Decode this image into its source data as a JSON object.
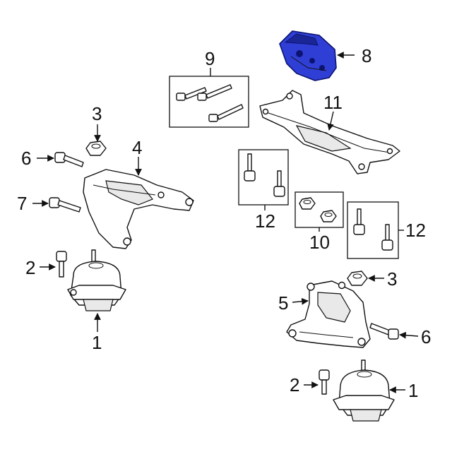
{
  "diagram": {
    "highlight_color": "#2f3fd6",
    "callouts": {
      "c1a": "1",
      "c1b": "1",
      "c2a": "2",
      "c2b": "2",
      "c3a": "3",
      "c3b": "3",
      "c4": "4",
      "c5": "5",
      "c6a": "6",
      "c6b": "6",
      "c7": "7",
      "c8": "8",
      "c9": "9",
      "c10": "10",
      "c11": "11",
      "c12a": "12",
      "c12b": "12"
    }
  }
}
